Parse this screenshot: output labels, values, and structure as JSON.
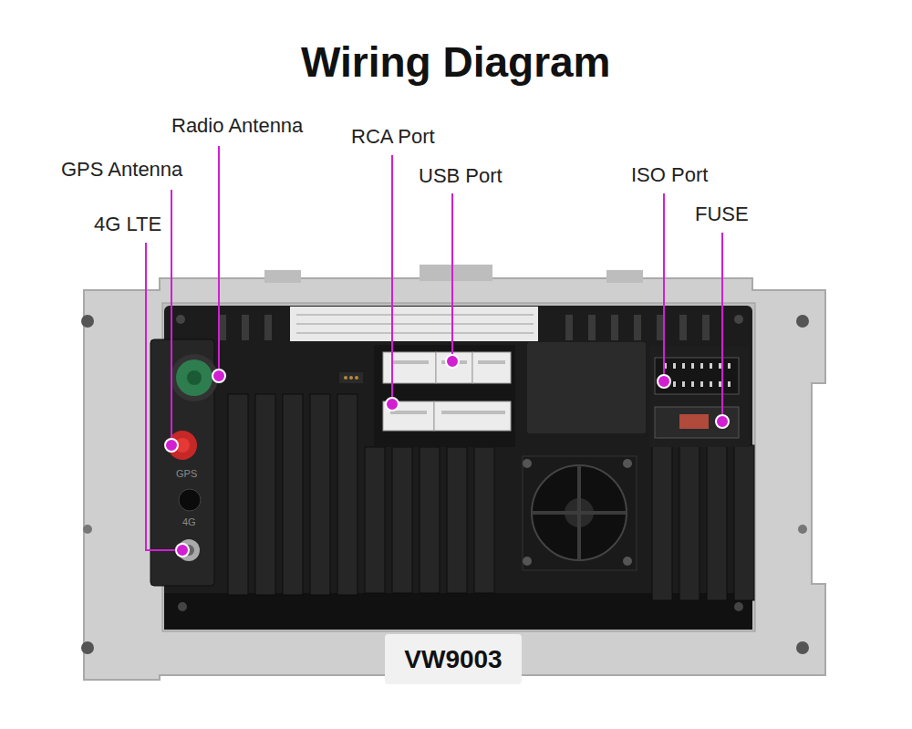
{
  "diagram": {
    "title": "Wiring Diagram",
    "nodes": [
      {
        "text": [
          "VW9003"
        ]
      }
    ],
    "labels": [
      "Radio Antenna",
      "GPS Antenna",
      "4G LTE",
      "RCA Port",
      "USB Port",
      "ISO Port",
      "FUSE",
      "GPS",
      "4G"
    ]
  }
}
